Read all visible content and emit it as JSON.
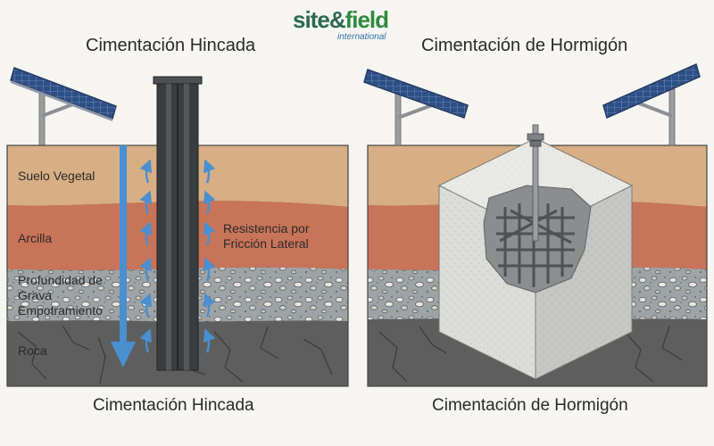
{
  "logo": {
    "part1": "site",
    "amp": "&",
    "part2": "field",
    "sub": "international",
    "colors": {
      "site": "#2b6a4f",
      "field": "#2f8a3e",
      "sub": "#2f6fa8"
    }
  },
  "left_panel": {
    "title": "Cimentación Hincada",
    "caption": "Cimentación Hincada",
    "layers": {
      "topsoil": "Suelo Vegetal",
      "clay": "Arcilla",
      "gravel": "Grava",
      "rock": "Roca"
    },
    "depth_label_line1": "Profundidad de",
    "depth_label_line2": "Empotramiento",
    "friction_label_line1": "Resistencia por",
    "friction_label_line2": "Fricción Lateral"
  },
  "right_panel": {
    "title": "Cimentación de Hormigón",
    "caption": "Cimentación de Hormigón"
  },
  "colors": {
    "topsoil": "#d8ae84",
    "clay": "#c87459",
    "gravel": "#9ea4a6",
    "rock": "#5e5e5e",
    "pile": "#3a3d40",
    "arrow": "#4a8fd0",
    "concrete": "#dadbd8",
    "rebar": "#4f5154",
    "panel": "#2f4f86",
    "steel": "#9a9da1"
  },
  "icons": [
    "solar-panel-icon",
    "friction-arrow-icon",
    "depth-arrow-icon",
    "rebar-cage-icon",
    "anchor-bolt-icon"
  ]
}
